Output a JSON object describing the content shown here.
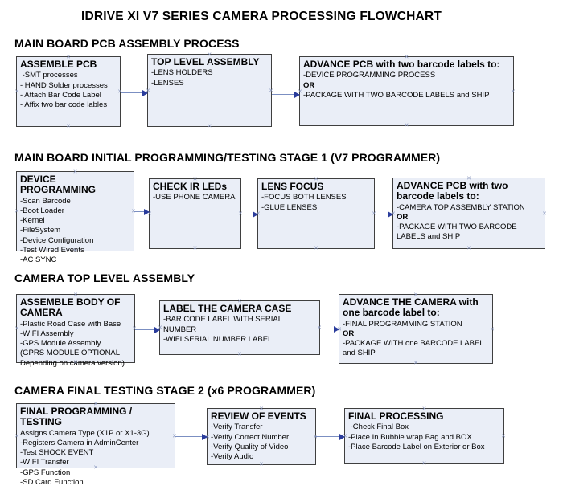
{
  "page": {
    "title": "IDRIVE XI V7 SERIES CAMERA PROCESSING FLOWCHART"
  },
  "colors": {
    "box_fill": "#eaeef7",
    "box_border": "#3f3f3f",
    "arrow_line": "#7b8fc2",
    "arrow_head": "#2a3c9c",
    "connection_mark": "#8a97bd"
  },
  "sections": [
    {
      "heading": "MAIN BOARD PCB ASSEMBLY PROCESS",
      "boxes": [
        {
          "title": "ASSEMBLE PCB",
          "lines": [
            " -SMT processes",
            "- HAND Solder processes",
            "- Attach Bar Code Label",
            "- Affix two bar code lables"
          ]
        },
        {
          "title": "TOP LEVEL ASSEMBLY",
          "lines": [
            "-LENS HOLDERS",
            "-LENSES"
          ]
        },
        {
          "title": "ADVANCE PCB with two barcode labels to:",
          "lines": [
            "-DEVICE PROGRAMMING PROCESS",
            "OR",
            "-PACKAGE WITH TWO BARCODE LABELS and SHIP"
          ]
        }
      ]
    },
    {
      "heading": "MAIN BOARD INITIAL PROGRAMMING/TESTING STAGE 1 (V7 PROGRAMMER)",
      "boxes": [
        {
          "title": "DEVICE PROGRAMMING",
          "lines": [
            "-Scan Barcode",
            "-Boot Loader",
            "-Kernel",
            "-FileSystem",
            "-Device Configuration",
            "-Test Wired Events",
            "-AC SYNC"
          ]
        },
        {
          "title": "CHECK IR LEDs",
          "lines": [
            "-USE PHONE CAMERA"
          ]
        },
        {
          "title": "LENS FOCUS",
          "lines": [
            "-FOCUS BOTH LENSES",
            "-GLUE LENSES"
          ]
        },
        {
          "title": "ADVANCE PCB with two barcode labels to:",
          "lines": [
            "-CAMERA TOP ASSEMBLY STATION",
            "OR",
            "-PACKAGE WITH TWO BARCODE LABELS and SHIP"
          ]
        }
      ]
    },
    {
      "heading": "CAMERA TOP LEVEL ASSEMBLY",
      "boxes": [
        {
          "title": "ASSEMBLE BODY OF CAMERA",
          "lines": [
            "-Plastic Road Case with Base",
            "-WIFI Assembly",
            "-GPS Module Assembly",
            "(GPRS MODULE OPTIONAL",
            "Depending on camera version)"
          ]
        },
        {
          "title": "LABEL THE CAMERA CASE",
          "lines": [
            "-BAR CODE LABEL WITH SERIAL NUMBER",
            "-WIFI SERIAL NUMBER LABEL"
          ]
        },
        {
          "title": "ADVANCE THE CAMERA with one barcode label to:",
          "lines": [
            "-FINAL PROGRAMMING STATION",
            "OR",
            "-PACKAGE WITH one BARCODE LABEL and SHIP"
          ]
        }
      ]
    },
    {
      "heading": "CAMERA FINAL TESTING STAGE 2 (x6 PROGRAMMER)",
      "boxes": [
        {
          "title": "FINAL PROGRAMMING / TESTING",
          "lines": [
            "Assigns Camera Type (X1P or X1-3G)",
            "-Registers Camera in AdminCenter",
            "-Test SHOCK EVENT",
            "-WIFI Transfer",
            "-GPS Function",
            "-SD Card Function"
          ]
        },
        {
          "title": "REVIEW OF EVENTS",
          "lines": [
            "-Verify Transfer",
            "-Verify Correct Number",
            "-Verify Quality of Video",
            "-Verify Audio"
          ]
        },
        {
          "title": "FINAL PROCESSING",
          "lines": [
            " -Check Final Box",
            "-Place In Bubble wrap Bag and BOX",
            "-Place Barcode Label on Exterior or Box"
          ]
        }
      ]
    }
  ]
}
